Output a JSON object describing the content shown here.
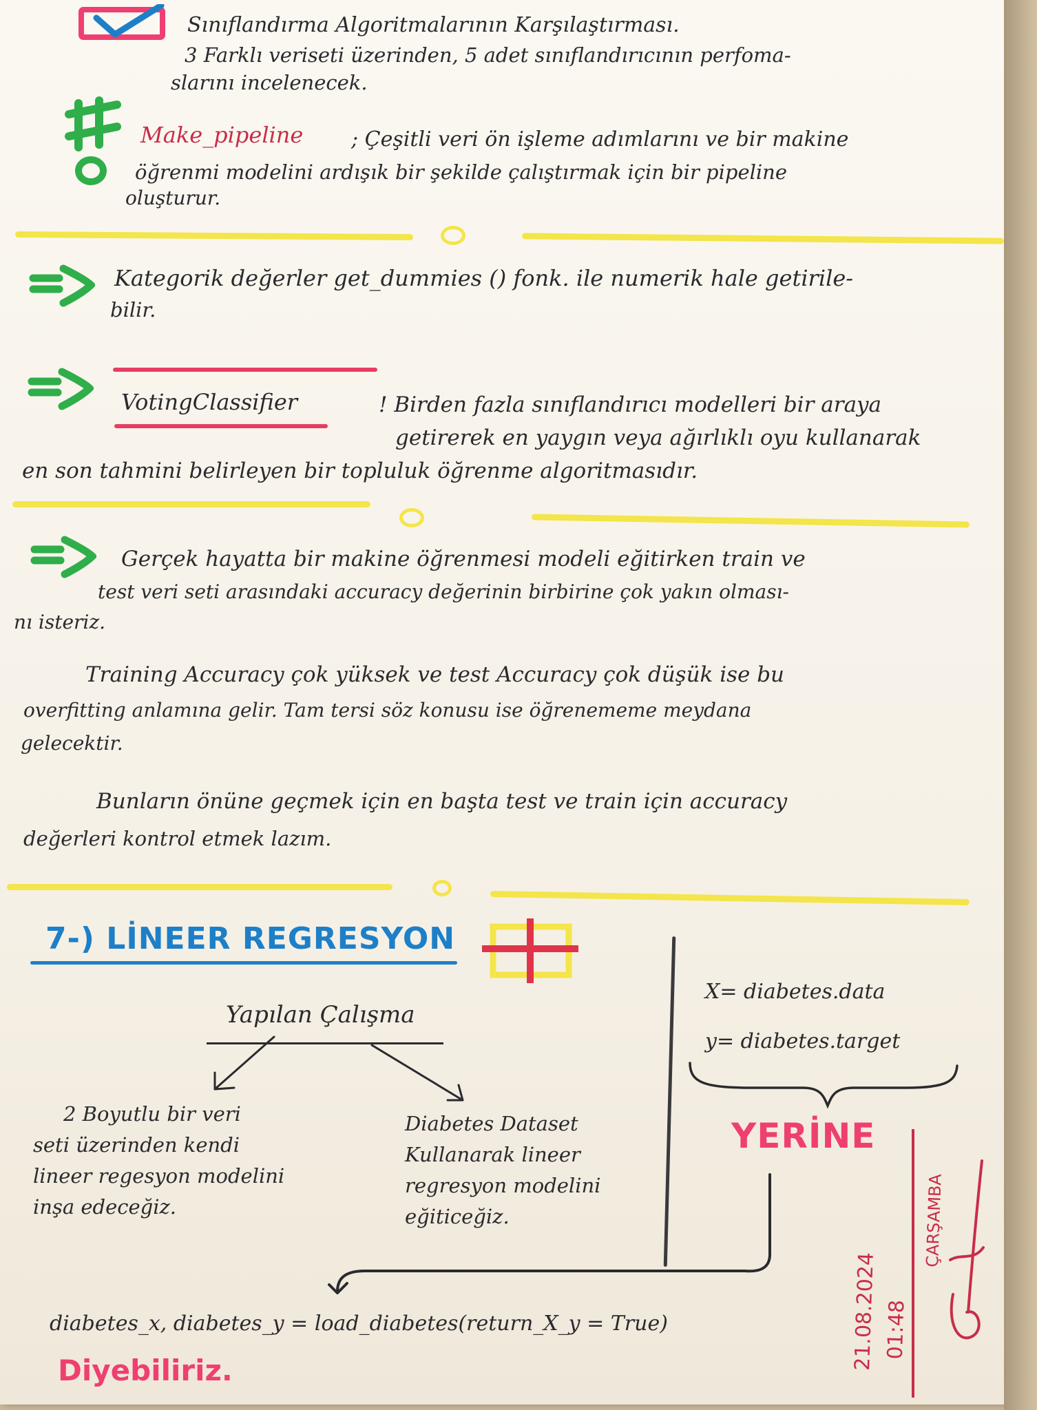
{
  "top": {
    "title": "Sınıflandırma Algoritmalarının Karşılaştırması.",
    "desc_line1": "3 Farklı veriseti üzerinden, 5 adet sınıflandırıcının perfoma-",
    "desc_line2": "slarını incelenecek."
  },
  "pipeline": {
    "term": "Make_pipeline",
    "line1": "; Çeşitli veri ön işleme adımlarını ve bir makine",
    "line2": "öğrenmi modelini ardışık bir şekilde çalıştırmak için bir pipeline",
    "line3": "oluşturur."
  },
  "dummies": {
    "line1": "Kategorik değerler get_dummies () fonk. ile numerik hale getirile-",
    "line2": "bilir."
  },
  "voting": {
    "term": "VotingClassifier",
    "line1": "! Birden fazla sınıflandırıcı modelleri bir araya",
    "line2": "getirerek en yaygın veya ağırlıklı oyu kullanarak",
    "line3": "en son tahmini belirleyen bir topluluk öğrenme algoritmasıdır."
  },
  "accuracy": {
    "line1": "Gerçek hayatta bir makine öğrenmesi modeli eğitirken train ve",
    "line2": "test veri seti arasındaki accuracy değerinin birbirine çok yakın olması-",
    "line3": "nı isteriz.",
    "p2_line1": "Training Accuracy çok yüksek ve test Accuracy çok düşük ise bu",
    "p2_line2": "overfitting anlamına gelir. Tam tersi söz konusu ise öğrenememe meydana",
    "p2_line3": "gelecektir.",
    "p3_line1": "Bunların önüne geçmek için en başta test ve train için accuracy",
    "p3_line2": "değerleri kontrol etmek lazım."
  },
  "section7": {
    "heading": "7-) LİNEER REGRESYON",
    "subheading": "Yapılan Çalışma",
    "left_branch": [
      "2 Boyutlu bir veri",
      "seti üzerinden kendi",
      "lineer regesyon modelini",
      "inşa edeceğiz."
    ],
    "right_branch": [
      "Diabetes Dataset",
      "Kullanarak lineer",
      "regresyon modelini",
      "eğiticeğiz."
    ],
    "x_def": "X= diabetes.data",
    "y_def": "y= diabetes.target",
    "instead": "YERİNE",
    "code": "diabetes_x, diabetes_y = load_diabetes(return_X_y = True)",
    "can_write": "Diyebiliriz."
  },
  "signature": {
    "date": "21.08.2024",
    "time": "01:48",
    "day": "ÇARŞAMBA"
  },
  "colors": {
    "ink": "#2a2a2e",
    "red_ink": "#c82d4a",
    "pink": "#ef3f70",
    "green": "#2fae4a",
    "yellow": "#f3e54a",
    "blue": "#1d7fc8"
  }
}
